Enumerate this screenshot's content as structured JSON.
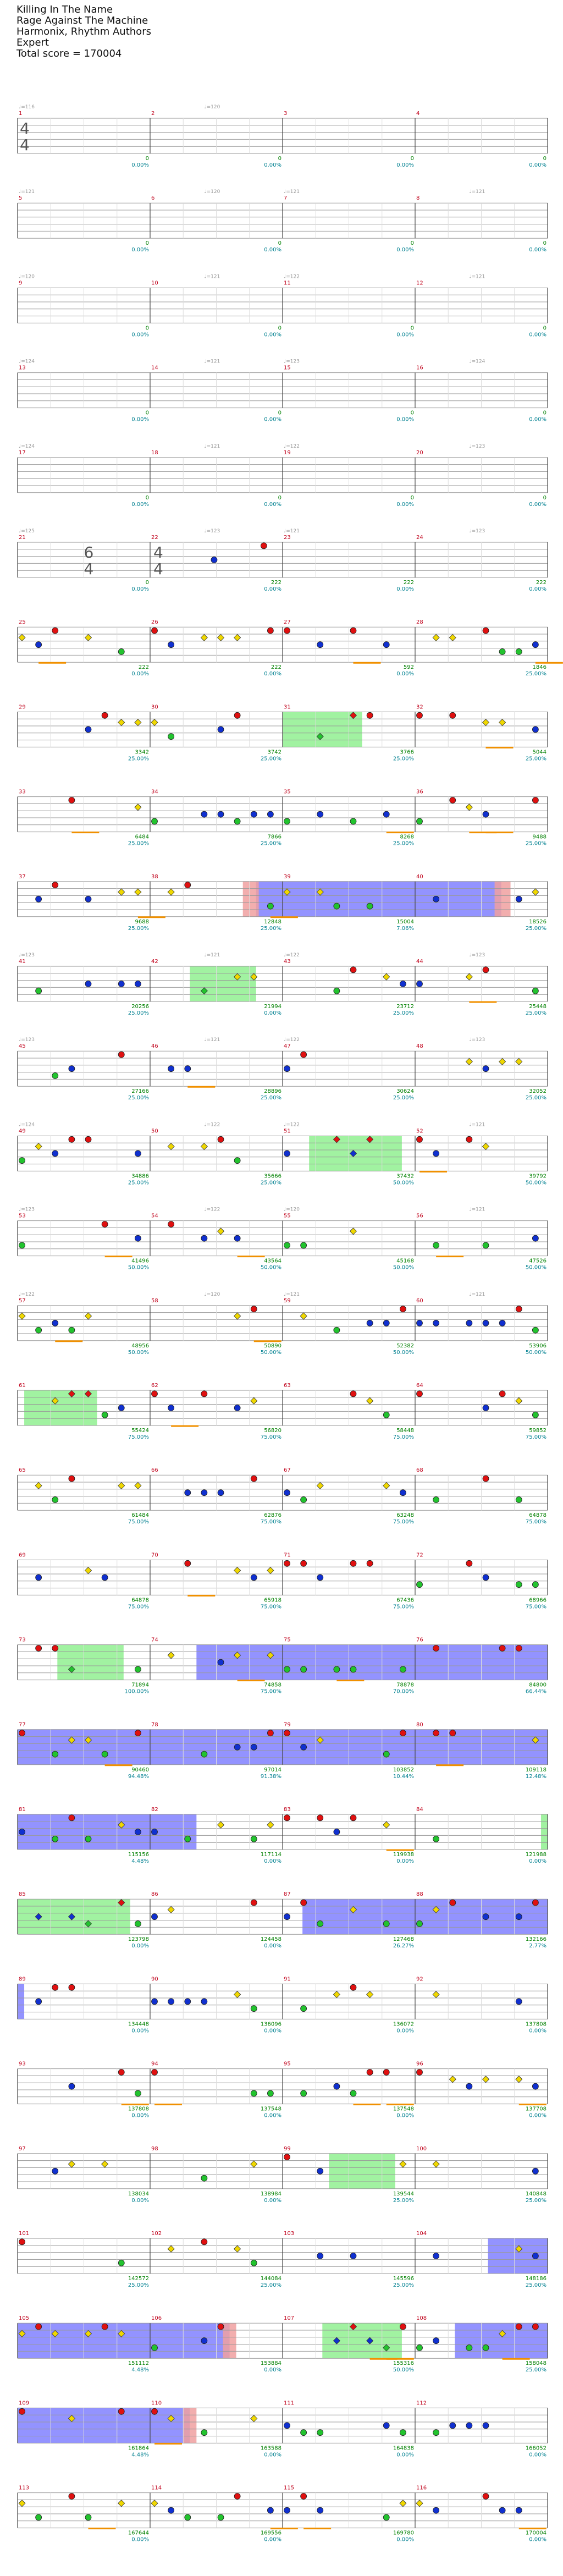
{
  "header": {
    "song": "Killing In The Name",
    "artist": "Rage Against The Machine",
    "charter": "Harmonix, Rhythm Authors",
    "difficulty": "Expert",
    "total_score": "Total score = 170004"
  },
  "time_signatures": [
    {
      "measure": 1,
      "top": "4",
      "bottom": "4"
    },
    {
      "measure": 22,
      "top": "6",
      "bottom": "4"
    },
    {
      "measure": 22,
      "top": "4",
      "bottom": "4",
      "late": true
    }
  ],
  "colors": {
    "green": "#22c32e",
    "red": "#e01010",
    "yellow": "#f0d800",
    "blue": "#1030d0",
    "orange": "#f09000",
    "sp_green": "#90f090",
    "sp_blue": "#8080ff",
    "sp_red": "#f0a0a0",
    "measure_num": "#c0001a",
    "score": "#008000",
    "percent": "#008090",
    "tempo": "#9a9a9a"
  },
  "rows": [
    {
      "measures": [
        1,
        2,
        3,
        4
      ],
      "scores": [
        "0",
        "0",
        "0",
        "0"
      ],
      "percents": [
        "0.00%",
        "0.00%",
        "0.00%",
        "0.00%"
      ],
      "tempos": [
        "♩=116",
        "♩=120"
      ]
    },
    {
      "measures": [
        5,
        6,
        7,
        8
      ],
      "scores": [
        "0",
        "0",
        "0",
        "0"
      ],
      "percents": [
        "0.00%",
        "0.00%",
        "0.00%",
        "0.00%"
      ],
      "tempos": [
        "♩=121",
        "♩=120",
        "♩=121",
        "♩=121"
      ]
    },
    {
      "measures": [
        9,
        10,
        11,
        12
      ],
      "scores": [
        "0",
        "0",
        "0",
        "0"
      ],
      "percents": [
        "0.00%",
        "0.00%",
        "0.00%",
        "0.00%"
      ],
      "tempos": [
        "♩=120",
        "♩=121",
        "♩=122",
        "♩=121"
      ]
    },
    {
      "measures": [
        13,
        14,
        15,
        16
      ],
      "scores": [
        "0",
        "0",
        "0",
        "0"
      ],
      "percents": [
        "0.00%",
        "0.00%",
        "0.00%",
        "0.00%"
      ],
      "tempos": [
        "♩=124",
        "♩=121",
        "♩=123",
        "♩=124"
      ]
    },
    {
      "measures": [
        17,
        18,
        19,
        20
      ],
      "scores": [
        "0",
        "0",
        "0",
        "0"
      ],
      "percents": [
        "0.00%",
        "0.00%",
        "0.00%",
        "0.00%"
      ],
      "tempos": [
        "♩=124",
        "♩=121",
        "♩=122",
        "♩=123"
      ]
    },
    {
      "measures": [
        21,
        22,
        23,
        24
      ],
      "scores": [
        "0",
        "222",
        "222",
        "222"
      ],
      "percents": [
        "0.00%",
        "0.00%",
        "0.00%",
        "0.00%"
      ],
      "tempos": [
        "♩=125",
        "♩=123",
        "♩=121",
        "♩=123"
      ]
    },
    {
      "measures": [
        25,
        26,
        27,
        28
      ],
      "scores": [
        "222",
        "222",
        "592",
        "1846"
      ],
      "percents": [
        "0.00%",
        "0.00%",
        "0.00%",
        "25.00%"
      ],
      "tempos": []
    },
    {
      "measures": [
        29,
        30,
        31,
        32
      ],
      "scores": [
        "3342",
        "3742",
        "3766",
        "5044"
      ],
      "percents": [
        "25.00%",
        "25.00%",
        "25.00%",
        "25.00%"
      ],
      "tempos": []
    },
    {
      "measures": [
        33,
        34,
        35,
        36
      ],
      "scores": [
        "6484",
        "7866",
        "8268",
        "9488"
      ],
      "percents": [
        "25.00%",
        "25.00%",
        "25.00%",
        "25.00%"
      ],
      "tempos": []
    },
    {
      "measures": [
        37,
        38,
        39,
        40
      ],
      "scores": [
        "9688",
        "12848",
        "15004",
        "18526"
      ],
      "percents": [
        "25.00%",
        "25.00%",
        "7.06%",
        "25.00%"
      ],
      "tempos": []
    },
    {
      "measures": [
        41,
        42,
        43,
        44
      ],
      "scores": [
        "20256",
        "21994",
        "23712",
        "25448"
      ],
      "percents": [
        "25.00%",
        "0.00%",
        "25.00%",
        "25.00%"
      ],
      "tempos": [
        "♩=123",
        "♩=121",
        "♩=122",
        "♩=123"
      ]
    },
    {
      "measures": [
        45,
        46,
        47,
        48
      ],
      "scores": [
        "27166",
        "28896",
        "30624",
        "32052"
      ],
      "percents": [
        "25.00%",
        "25.00%",
        "25.00%",
        "25.00%"
      ],
      "tempos": [
        "♩=123",
        "♩=121",
        "♩=122",
        "♩=123"
      ]
    },
    {
      "measures": [
        49,
        50,
        51,
        52
      ],
      "scores": [
        "34886",
        "35666",
        "37432",
        "39792"
      ],
      "percents": [
        "25.00%",
        "25.00%",
        "50.00%",
        "50.00%"
      ],
      "tempos": [
        "♩=124",
        "♩=122",
        "♩=122",
        "♩=121"
      ]
    },
    {
      "measures": [
        53,
        54,
        55,
        56
      ],
      "scores": [
        "41496",
        "43564",
        "45168",
        "47526"
      ],
      "percents": [
        "50.00%",
        "50.00%",
        "50.00%",
        "50.00%"
      ],
      "tempos": [
        "♩=123",
        "♩=122",
        "♩=120",
        "♩=121"
      ]
    },
    {
      "measures": [
        57,
        58,
        59,
        60
      ],
      "scores": [
        "48956",
        "50890",
        "52382",
        "53906"
      ],
      "percents": [
        "50.00%",
        "50.00%",
        "50.00%",
        "50.00%"
      ],
      "tempos": [
        "♩=122",
        "♩=120",
        "♩=121",
        "♩=121"
      ]
    },
    {
      "measures": [
        61,
        62,
        63,
        64
      ],
      "scores": [
        "55424",
        "56820",
        "58448",
        "59852"
      ],
      "percents": [
        "75.00%",
        "75.00%",
        "75.00%",
        "75.00%"
      ],
      "tempos": []
    },
    {
      "measures": [
        65,
        66,
        67,
        68
      ],
      "scores": [
        "61484",
        "62876",
        "63248",
        "64878"
      ],
      "percents": [
        "75.00%",
        "75.00%",
        "75.00%",
        "75.00%"
      ],
      "tempos": []
    },
    {
      "measures": [
        69,
        70,
        71,
        72
      ],
      "scores": [
        "64878",
        "65918",
        "67436",
        "68966"
      ],
      "percents": [
        "75.00%",
        "75.00%",
        "75.00%",
        "75.00%"
      ],
      "tempos": []
    },
    {
      "measures": [
        73,
        74,
        75,
        76
      ],
      "scores": [
        "71894",
        "74858",
        "78878",
        "84800"
      ],
      "percents": [
        "100.00%",
        "75.00%",
        "70.00%",
        "66.44%"
      ],
      "tempos": []
    },
    {
      "measures": [
        77,
        78,
        79,
        80
      ],
      "scores": [
        "90460",
        "97014",
        "103852",
        "109118"
      ],
      "percents": [
        "94.48%",
        "91.38%",
        "10.44%",
        "12.48%"
      ],
      "tempos": []
    },
    {
      "measures": [
        81,
        82,
        83,
        84
      ],
      "scores": [
        "115156",
        "117114",
        "119938",
        "121988"
      ],
      "percents": [
        "4.48%",
        "0.00%",
        "0.00%",
        "0.00%"
      ],
      "tempos": []
    },
    {
      "measures": [
        85,
        86,
        87,
        88
      ],
      "scores": [
        "123798",
        "124458",
        "127468",
        "132166"
      ],
      "percents": [
        "0.00%",
        "0.00%",
        "26.27%",
        "2.77%"
      ],
      "tempos": []
    },
    {
      "measures": [
        89,
        90,
        91,
        92
      ],
      "scores": [
        "134448",
        "136096",
        "136072",
        "137808"
      ],
      "percents": [
        "0.00%",
        "0.00%",
        "0.00%",
        "0.00%"
      ],
      "tempos": []
    },
    {
      "measures": [
        93,
        94,
        95,
        96
      ],
      "scores": [
        "137808",
        "137548",
        "137548",
        "137708"
      ],
      "percents": [
        "0.00%",
        "0.00%",
        "0.00%",
        "0.00%"
      ],
      "tempos": []
    },
    {
      "measures": [
        97,
        98,
        99,
        100
      ],
      "scores": [
        "138034",
        "138984",
        "139544",
        "140848"
      ],
      "percents": [
        "0.00%",
        "0.00%",
        "25.00%",
        "25.00%"
      ],
      "tempos": []
    },
    {
      "measures": [
        101,
        102,
        103,
        104
      ],
      "scores": [
        "142572",
        "144084",
        "145596",
        "148186"
      ],
      "percents": [
        "25.00%",
        "25.00%",
        "25.00%",
        "25.00%"
      ],
      "tempos": []
    },
    {
      "measures": [
        105,
        106,
        107,
        108
      ],
      "scores": [
        "151112",
        "153884",
        "155316",
        "158048"
      ],
      "percents": [
        "4.48%",
        "0.00%",
        "50.00%",
        "25.00%"
      ],
      "tempos": []
    },
    {
      "measures": [
        109,
        110,
        111,
        112
      ],
      "scores": [
        "161864",
        "163588",
        "164838",
        "166052"
      ],
      "percents": [
        "4.48%",
        "0.00%",
        "0.00%",
        "0.00%"
      ],
      "tempos": []
    },
    {
      "measures": [
        113,
        114,
        115,
        116
      ],
      "scores": [
        "167644",
        "169556",
        "169780",
        "170004"
      ],
      "percents": [
        "0.00%",
        "0.00%",
        "0.00%",
        "0.00%"
      ],
      "tempos": []
    }
  ]
}
